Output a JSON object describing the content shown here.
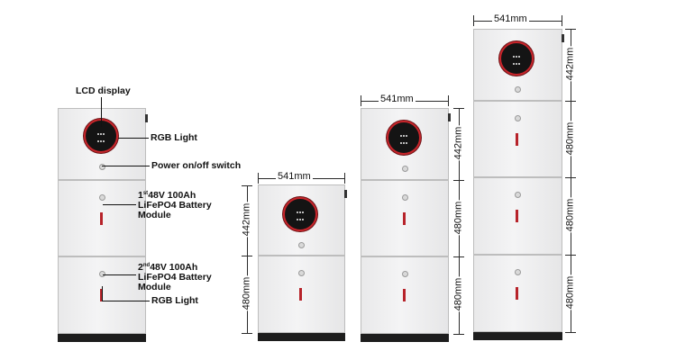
{
  "labels": {
    "lcd_display": "LCD display",
    "rgb_light_top": "RGB Light",
    "power_switch": "Power on/off switch",
    "module1_line1_prefix": "1",
    "module1_line1_sup": "st",
    "module1_line1_rest": "48V 100Ah",
    "module1_line2": "LiFePO4 Battery",
    "module1_line3": "Module",
    "module2_line1_prefix": "2",
    "module2_line1_sup": "nd",
    "module2_line1_rest": "48V 100Ah",
    "module2_line2": "LiFePO4 Battery",
    "module2_line3": "Module",
    "rgb_light_bottom": "RGB Light"
  },
  "dimensions": {
    "width": "541mm",
    "inverter_height": "442mm",
    "module_height": "480mm"
  },
  "configurations": [
    {
      "name": "inverter + 1 battery module",
      "battery_modules": 1
    },
    {
      "name": "inverter + 2 battery modules",
      "battery_modules": 2
    },
    {
      "name": "inverter + 3 battery modules",
      "battery_modules": 3
    }
  ],
  "colors": {
    "cabinet": "#efefef",
    "accent_red": "#b7232a",
    "base": "#1d1d1d"
  }
}
